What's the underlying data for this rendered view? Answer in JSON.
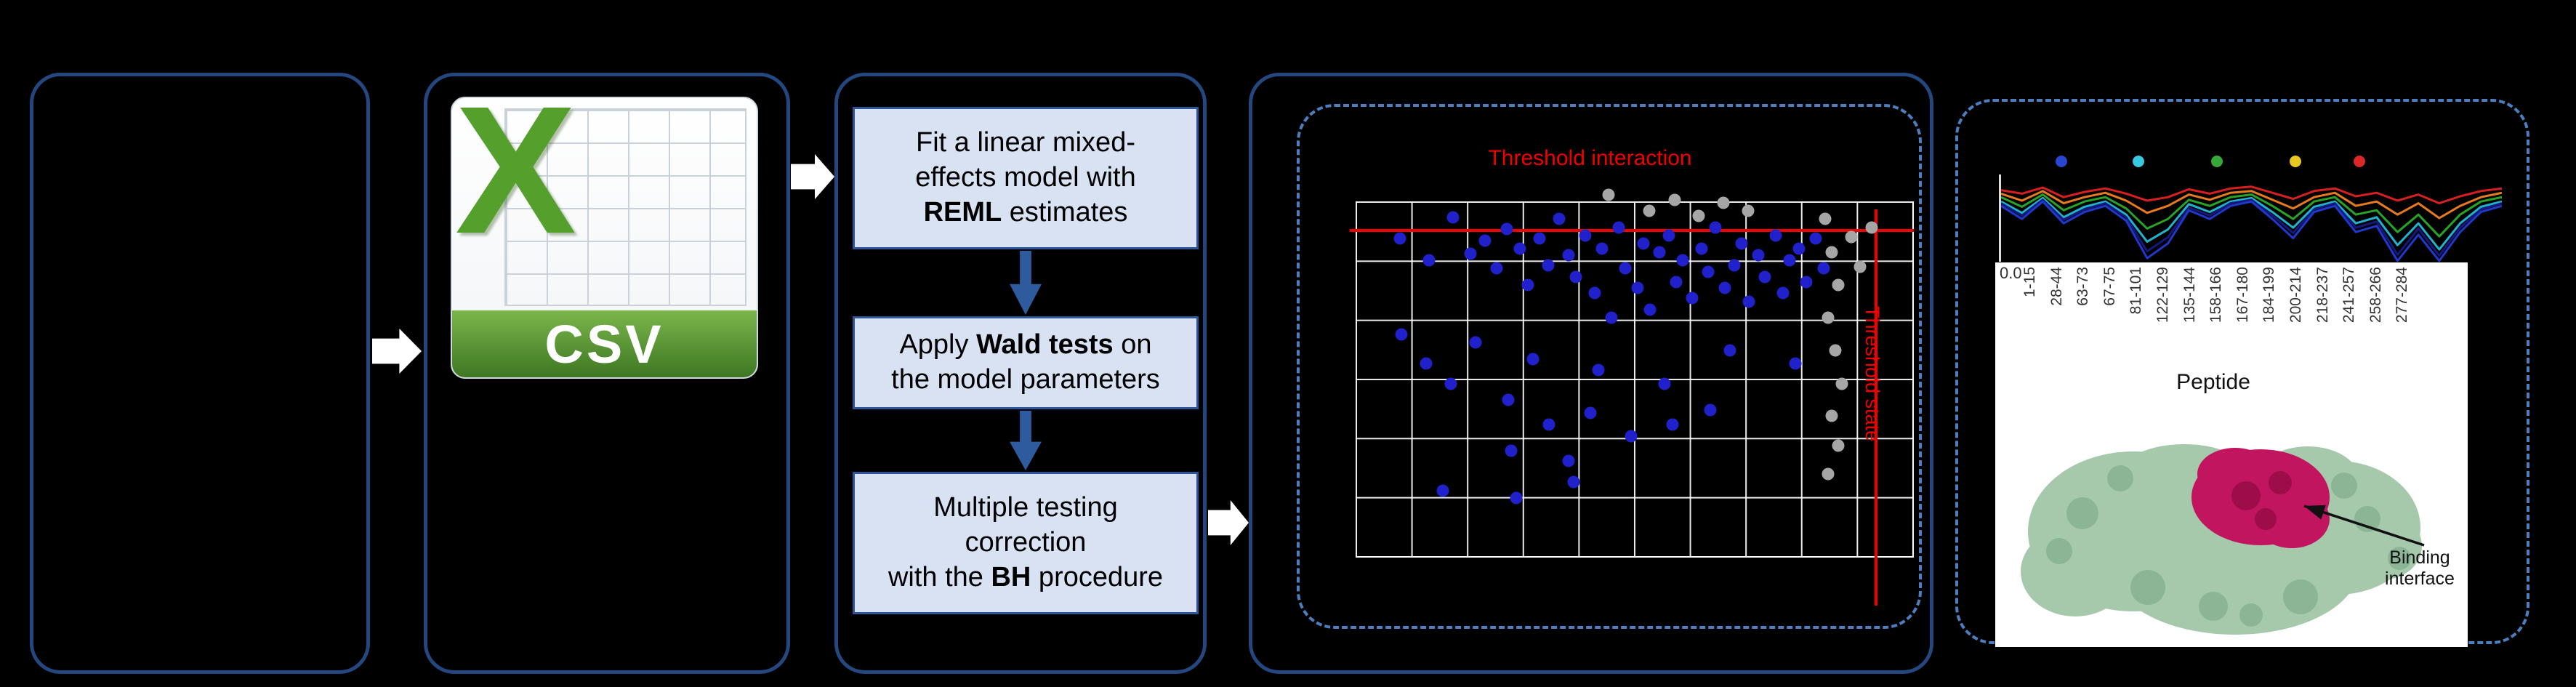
{
  "style": {
    "background": "#000000",
    "panel_border": "#24477f",
    "dashed_border": "#4d7fc0",
    "flow_arrow": "#ffffff",
    "step_fill": "#d9e2f3",
    "step_border": "#2e5597",
    "threshold_color": "#f20000"
  },
  "csv": {
    "x_letter": "X",
    "label": "CSV"
  },
  "steps": {
    "items": [
      {
        "lines": [
          [
            {
              "t": "Fit a linear mixed-"
            }
          ],
          [
            {
              "t": "effects model with"
            }
          ],
          [
            {
              "t": "REML",
              "b": 1
            },
            {
              "t": " estimates"
            }
          ]
        ]
      },
      {
        "lines": [
          [
            {
              "t": "Apply "
            },
            {
              "t": "Wald tests",
              "b": 1
            },
            {
              "t": " on"
            }
          ],
          [
            {
              "t": "the model parameters"
            }
          ]
        ]
      },
      {
        "lines": [
          [
            {
              "t": "Multiple testing"
            }
          ],
          [
            {
              "t": "correction"
            }
          ],
          [
            {
              "t": "with the "
            },
            {
              "t": "BH",
              "b": 1
            },
            {
              "t": " procedure"
            }
          ]
        ]
      }
    ]
  },
  "scatter": {
    "type": "scatter",
    "title": "Threshold interaction",
    "side_label": "Threshold state",
    "title_color": "#f20000",
    "dot_colors": {
      "blue": "#2121cc",
      "gray": "#a6a6a6"
    },
    "threshold": {
      "h_frac": 0.213,
      "v_frac": 0.932
    },
    "points_blue": [
      [
        0.079,
        0.236
      ],
      [
        0.132,
        0.287
      ],
      [
        0.174,
        0.185
      ],
      [
        0.206,
        0.272
      ],
      [
        0.232,
        0.24
      ],
      [
        0.253,
        0.307
      ],
      [
        0.271,
        0.213
      ],
      [
        0.294,
        0.26
      ],
      [
        0.308,
        0.346
      ],
      [
        0.329,
        0.236
      ],
      [
        0.345,
        0.299
      ],
      [
        0.365,
        0.189
      ],
      [
        0.382,
        0.276
      ],
      [
        0.394,
        0.327
      ],
      [
        0.412,
        0.228
      ],
      [
        0.428,
        0.366
      ],
      [
        0.441,
        0.26
      ],
      [
        0.458,
        0.425
      ],
      [
        0.471,
        0.209
      ],
      [
        0.483,
        0.307
      ],
      [
        0.505,
        0.354
      ],
      [
        0.515,
        0.248
      ],
      [
        0.527,
        0.406
      ],
      [
        0.544,
        0.268
      ],
      [
        0.561,
        0.228
      ],
      [
        0.574,
        0.339
      ],
      [
        0.586,
        0.287
      ],
      [
        0.603,
        0.378
      ],
      [
        0.62,
        0.26
      ],
      [
        0.632,
        0.315
      ],
      [
        0.645,
        0.209
      ],
      [
        0.662,
        0.354
      ],
      [
        0.678,
        0.299
      ],
      [
        0.691,
        0.248
      ],
      [
        0.704,
        0.386
      ],
      [
        0.721,
        0.276
      ],
      [
        0.733,
        0.327
      ],
      [
        0.752,
        0.228
      ],
      [
        0.765,
        0.366
      ],
      [
        0.777,
        0.287
      ],
      [
        0.794,
        0.26
      ],
      [
        0.807,
        0.339
      ],
      [
        0.824,
        0.236
      ],
      [
        0.838,
        0.307
      ],
      [
        0.126,
        0.535
      ],
      [
        0.171,
        0.583
      ],
      [
        0.274,
        0.622
      ],
      [
        0.347,
        0.681
      ],
      [
        0.421,
        0.654
      ],
      [
        0.494,
        0.709
      ],
      [
        0.568,
        0.681
      ],
      [
        0.156,
        0.839
      ],
      [
        0.288,
        0.858
      ],
      [
        0.391,
        0.819
      ],
      [
        0.082,
        0.465
      ],
      [
        0.215,
        0.484
      ],
      [
        0.318,
        0.524
      ],
      [
        0.435,
        0.551
      ],
      [
        0.553,
        0.583
      ],
      [
        0.671,
        0.504
      ],
      [
        0.788,
        0.535
      ],
      [
        0.279,
        0.744
      ],
      [
        0.382,
        0.768
      ],
      [
        0.635,
        0.646
      ]
    ],
    "points_gray": [
      [
        0.841,
        0.189
      ],
      [
        0.853,
        0.268
      ],
      [
        0.865,
        0.346
      ],
      [
        0.847,
        0.425
      ],
      [
        0.859,
        0.504
      ],
      [
        0.871,
        0.583
      ],
      [
        0.853,
        0.661
      ],
      [
        0.865,
        0.732
      ],
      [
        0.847,
        0.799
      ],
      [
        0.526,
        0.169
      ],
      [
        0.571,
        0.142
      ],
      [
        0.615,
        0.181
      ],
      [
        0.659,
        0.15
      ],
      [
        0.453,
        0.13
      ],
      [
        0.703,
        0.169
      ],
      [
        0.924,
        0.209
      ],
      [
        0.888,
        0.232
      ],
      [
        0.903,
        0.303
      ]
    ]
  },
  "uptake": {
    "type": "line",
    "ytick": "0.0",
    "dots": [
      {
        "color": "#2846d2",
        "x": 0.129
      },
      {
        "color": "#38c8e0",
        "x": 0.28
      },
      {
        "color": "#38a838",
        "x": 0.434
      },
      {
        "color": "#e8c820",
        "x": 0.588
      },
      {
        "color": "#d82828",
        "x": 0.714
      }
    ],
    "series": [
      {
        "color": "#d81f1f",
        "values": [
          0.18,
          0.22,
          0.15,
          0.26,
          0.2,
          0.16,
          0.22,
          0.3,
          0.26,
          0.17,
          0.22,
          0.16,
          0.14,
          0.21,
          0.28,
          0.19,
          0.16,
          0.25,
          0.21,
          0.3,
          0.23,
          0.33,
          0.25,
          0.19,
          0.16
        ]
      },
      {
        "color": "#e87a1e",
        "values": [
          0.22,
          0.3,
          0.19,
          0.33,
          0.26,
          0.21,
          0.3,
          0.44,
          0.36,
          0.23,
          0.29,
          0.21,
          0.19,
          0.29,
          0.39,
          0.26,
          0.21,
          0.36,
          0.31,
          0.46,
          0.33,
          0.5,
          0.36,
          0.26,
          0.21
        ]
      },
      {
        "color": "#27a327",
        "values": [
          0.26,
          0.37,
          0.23,
          0.41,
          0.31,
          0.26,
          0.39,
          0.62,
          0.51,
          0.29,
          0.36,
          0.26,
          0.23,
          0.36,
          0.51,
          0.31,
          0.26,
          0.46,
          0.41,
          0.66,
          0.46,
          0.71,
          0.46,
          0.31,
          0.26
        ]
      },
      {
        "color": "#1fb3cc",
        "values": [
          0.31,
          0.44,
          0.27,
          0.49,
          0.37,
          0.31,
          0.46,
          0.77,
          0.63,
          0.34,
          0.43,
          0.31,
          0.27,
          0.43,
          0.61,
          0.37,
          0.31,
          0.56,
          0.49,
          0.81,
          0.56,
          0.86,
          0.56,
          0.37,
          0.31
        ]
      },
      {
        "color": "#15197d",
        "values": [
          0.33,
          0.47,
          0.29,
          0.52,
          0.4,
          0.33,
          0.49,
          0.88,
          0.72,
          0.38,
          0.47,
          0.33,
          0.29,
          0.47,
          0.67,
          0.4,
          0.33,
          0.61,
          0.54,
          0.92,
          0.62,
          0.93,
          0.61,
          0.4,
          0.33
        ]
      },
      {
        "color": "#2038cc",
        "values": [
          0.36,
          0.51,
          0.31,
          0.56,
          0.43,
          0.36,
          0.53,
          0.96,
          0.79,
          0.41,
          0.51,
          0.36,
          0.31,
          0.51,
          0.73,
          0.43,
          0.36,
          0.66,
          0.59,
          0.99,
          0.69,
          0.99,
          0.66,
          0.43,
          0.36
        ]
      }
    ]
  },
  "peptide_axis": {
    "axis_label": "Peptide",
    "labels": [
      "1-15",
      "28-44",
      "63-73",
      "67-75",
      "81-101",
      "122-129",
      "135-144",
      "158-166",
      "167-180",
      "184-199",
      "200-214",
      "218-237",
      "241-257",
      "258-266",
      "277-284"
    ]
  },
  "protein": {
    "body_color": "#a6c9ac",
    "body_shade": "#8cb595",
    "site_color": "#c2155f",
    "site_shade": "#9c0d4a",
    "annotation": [
      "Binding",
      "interface"
    ]
  }
}
